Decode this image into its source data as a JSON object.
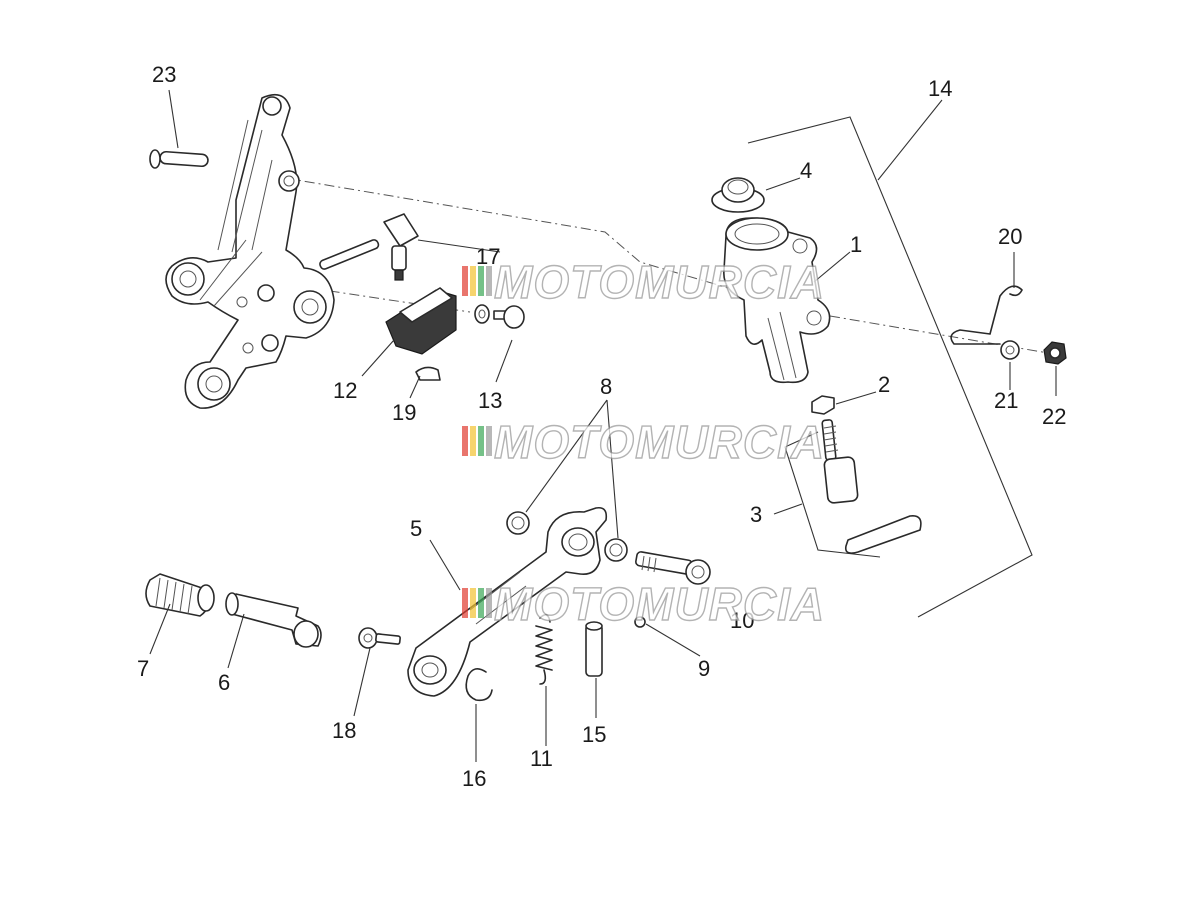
{
  "watermark": {
    "text": "MOTOMURCIA",
    "colors": [
      "#e03a2f",
      "#f2c230",
      "#3aa655",
      "#9a9a9a"
    ]
  },
  "callouts": [
    "1",
    "2",
    "3",
    "4",
    "5",
    "6",
    "7",
    "8",
    "9",
    "10",
    "11",
    "12",
    "13",
    "14",
    "15",
    "16",
    "17",
    "18",
    "19",
    "20",
    "21",
    "22",
    "23"
  ]
}
